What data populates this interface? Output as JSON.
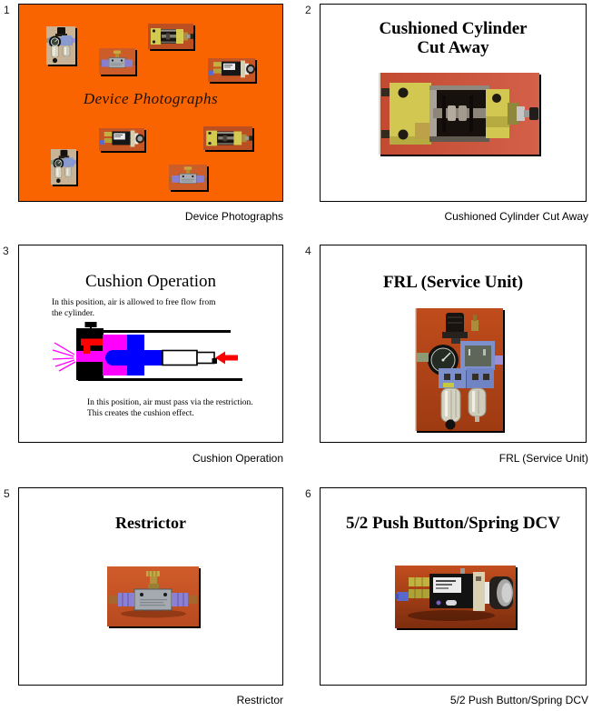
{
  "view": {
    "name": "presentation-handout",
    "description": "Six slide thumbnails with numbers and title captions"
  },
  "colors": {
    "slide1_background": "#f96400",
    "diagram_magenta": "#ff00ff",
    "diagram_blue": "#0000ff",
    "diagram_red": "#ff0000",
    "photo_background_orange": "#c8512a",
    "caption_text": "#000000"
  },
  "slides": [
    {
      "number": "1",
      "caption": "Device Photographs",
      "body_title": "Device Photographs",
      "photos": [
        "frl-service-unit",
        "restrictor",
        "cushioned-cylinder",
        "5-2-dcv",
        "5-2-dcv",
        "cushioned-cylinder",
        "frl-service-unit",
        "restrictor"
      ]
    },
    {
      "number": "2",
      "caption": "Cushioned Cylinder Cut Away",
      "title_lines": [
        "Cushioned Cylinder",
        "Cut Away"
      ],
      "photo": "cushioned-cylinder-cutaway"
    },
    {
      "number": "3",
      "caption": "Cushion Operation",
      "title": "Cushion Operation",
      "note_top_lines": [
        "In this position, air is allowed to free flow from",
        "the cylinder."
      ],
      "note_bottom_lines": [
        "In this position, air must pass via the restriction.",
        "This creates the cushion effect."
      ]
    },
    {
      "number": "4",
      "caption": "FRL (Service Unit)",
      "title": "FRL (Service Unit)",
      "photo": "frl-service-unit"
    },
    {
      "number": "5",
      "caption": "Restrictor",
      "title": "Restrictor",
      "photo": "restrictor"
    },
    {
      "number": "6",
      "caption": "5/2 Push Button/Spring DCV",
      "title": "5/2 Push Button/Spring DCV",
      "photo": "5-2-push-button-spring-dcv"
    }
  ]
}
